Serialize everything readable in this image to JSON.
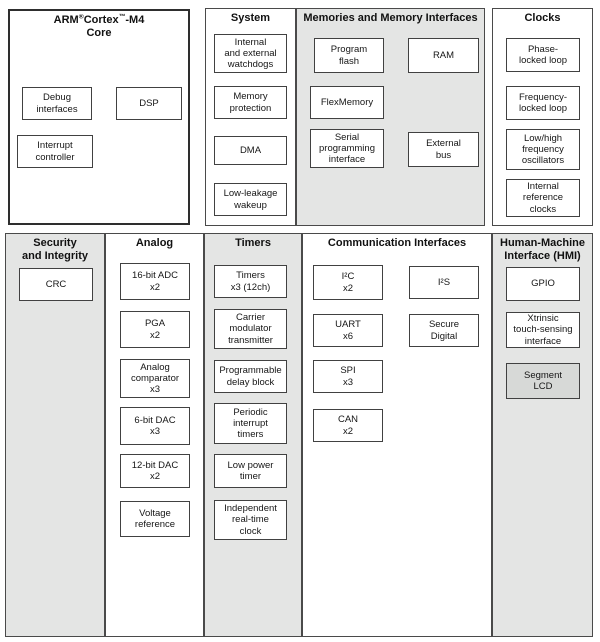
{
  "colors": {
    "panel_gray": "#e4e5e4",
    "shaded_box": "#d7d9d7",
    "border_dark": "#4a4a4a",
    "text": "#141414"
  },
  "panels": {
    "arm": {
      "title": {
        "t0": "ARM",
        "s0": "®",
        "t1": "Cortex",
        "s1": "™",
        "t2": "-M4",
        "line2": "Core"
      },
      "boxes": {
        "debug": {
          "label": "Debug\ninterfaces"
        },
        "dsp": {
          "label": "DSP"
        },
        "interrupt": {
          "label": "Interrupt\ncontroller"
        }
      }
    },
    "system": {
      "header": "System",
      "boxes": {
        "watchdogs": {
          "label": "Internal\nand external\nwatchdogs"
        },
        "memprot": {
          "label": "Memory\nprotection"
        },
        "dma": {
          "label": "DMA"
        },
        "llwakeup": {
          "label": "Low-leakage\nwakeup"
        }
      }
    },
    "memories": {
      "header": "Memories and Memory Interfaces",
      "boxes": {
        "pflash": {
          "label": "Program\nflash"
        },
        "ram": {
          "label": "RAM"
        },
        "flexmem": {
          "label": "FlexMemory"
        },
        "serialprog": {
          "label": "Serial\nprogramming\ninterface"
        },
        "extbus": {
          "label": "External\nbus"
        }
      }
    },
    "clocks": {
      "header": "Clocks",
      "boxes": {
        "pll": {
          "label": "Phase-\nlocked loop"
        },
        "fll": {
          "label": "Frequency-\nlocked loop"
        },
        "osc": {
          "label": "Low/high\nfrequency\noscillators"
        },
        "irc": {
          "label": "Internal\nreference\nclocks"
        }
      }
    },
    "security": {
      "header": "Security\nand Integrity",
      "boxes": {
        "crc": {
          "label": "CRC"
        }
      }
    },
    "analog": {
      "header": "Analog",
      "boxes": {
        "adc": {
          "label": "16-bit ADC\nx2"
        },
        "pga": {
          "label": "PGA\nx2"
        },
        "cmp": {
          "label": "Analog\ncomparator\nx3"
        },
        "dac6": {
          "label": "6-bit DAC\nx3"
        },
        "dac12": {
          "label": "12-bit DAC\nx2"
        },
        "vref": {
          "label": "Voltage\nreference"
        }
      }
    },
    "timers": {
      "header": "Timers",
      "boxes": {
        "timers": {
          "label": "Timers\nx3 (12ch)"
        },
        "cmt": {
          "label": "Carrier\nmodulator\ntransmitter"
        },
        "pdb": {
          "label": "Programmable\ndelay block"
        },
        "pit": {
          "label": "Periodic\ninterrupt\ntimers"
        },
        "lptimer": {
          "label": "Low power\ntimer"
        },
        "rtc": {
          "label": "Independent\nreal-time\nclock"
        }
      }
    },
    "comm": {
      "header": "Communication Interfaces",
      "boxes": {
        "i2c": {
          "label": "I²C\nx2"
        },
        "i2s": {
          "label": "I²S"
        },
        "uart": {
          "label": "UART\nx6"
        },
        "sd": {
          "label": "Secure\nDigital"
        },
        "spi": {
          "label": "SPI\nx3"
        },
        "can": {
          "label": "CAN\nx2"
        }
      }
    },
    "hmi": {
      "header": "Human-Machine\nInterface (HMI)",
      "boxes": {
        "gpio": {
          "label": "GPIO"
        },
        "xtrinsic": {
          "label": "Xtrinsic\ntouch-sensing\ninterface"
        },
        "seglcd": {
          "label": "Segment\nLCD"
        }
      }
    }
  }
}
